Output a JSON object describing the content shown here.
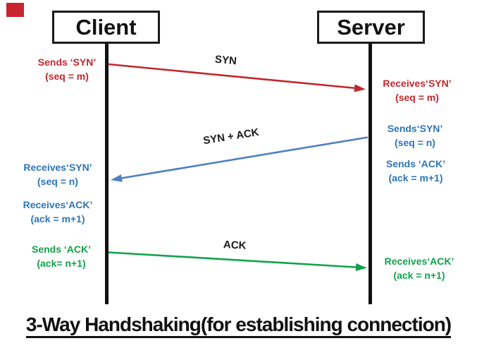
{
  "title": "3-Way Handshaking(for establishing connection)",
  "colors": {
    "red": "#c1272d",
    "blue_text": "#2e75b6",
    "blue_arrow": "#4f7fbf",
    "green": "#12a24d",
    "black": "#1a1a1a"
  },
  "actors": {
    "client": "Client",
    "server": "Server"
  },
  "messages": {
    "syn": {
      "label": "SYN",
      "color": "#c1272d",
      "from": "client",
      "to": "server"
    },
    "syn_ack": {
      "label": "SYN + ACK",
      "color": "#4f7fbf",
      "from": "server",
      "to": "client"
    },
    "ack": {
      "label": "ACK",
      "color": "#12a24d",
      "from": "client",
      "to": "server"
    }
  },
  "annotations": {
    "client_send_syn": {
      "line1": "Sends ‘SYN’",
      "line2": "(seq = m)"
    },
    "client_recv_syn": {
      "line1": "Receives‘SYN’",
      "line2": "(seq = n)"
    },
    "client_recv_ack": {
      "line1": "Receives‘ACK’",
      "line2": "(ack = m+1)"
    },
    "client_send_ack": {
      "line1": "Sends ‘ACK’",
      "line2": "(ack= n+1)"
    },
    "server_recv_syn": {
      "line1": "Receives‘SYN’",
      "line2": "(seq = m)"
    },
    "server_send_syn": {
      "line1": "Sends‘SYN’",
      "line2": "(seq = n)"
    },
    "server_send_ack": {
      "line1": "Sends ‘ACK’",
      "line2": "(ack = m+1)"
    },
    "server_recv_ack": {
      "line1": "Receives‘ACK’",
      "line2": "(ack = n+1)"
    }
  }
}
